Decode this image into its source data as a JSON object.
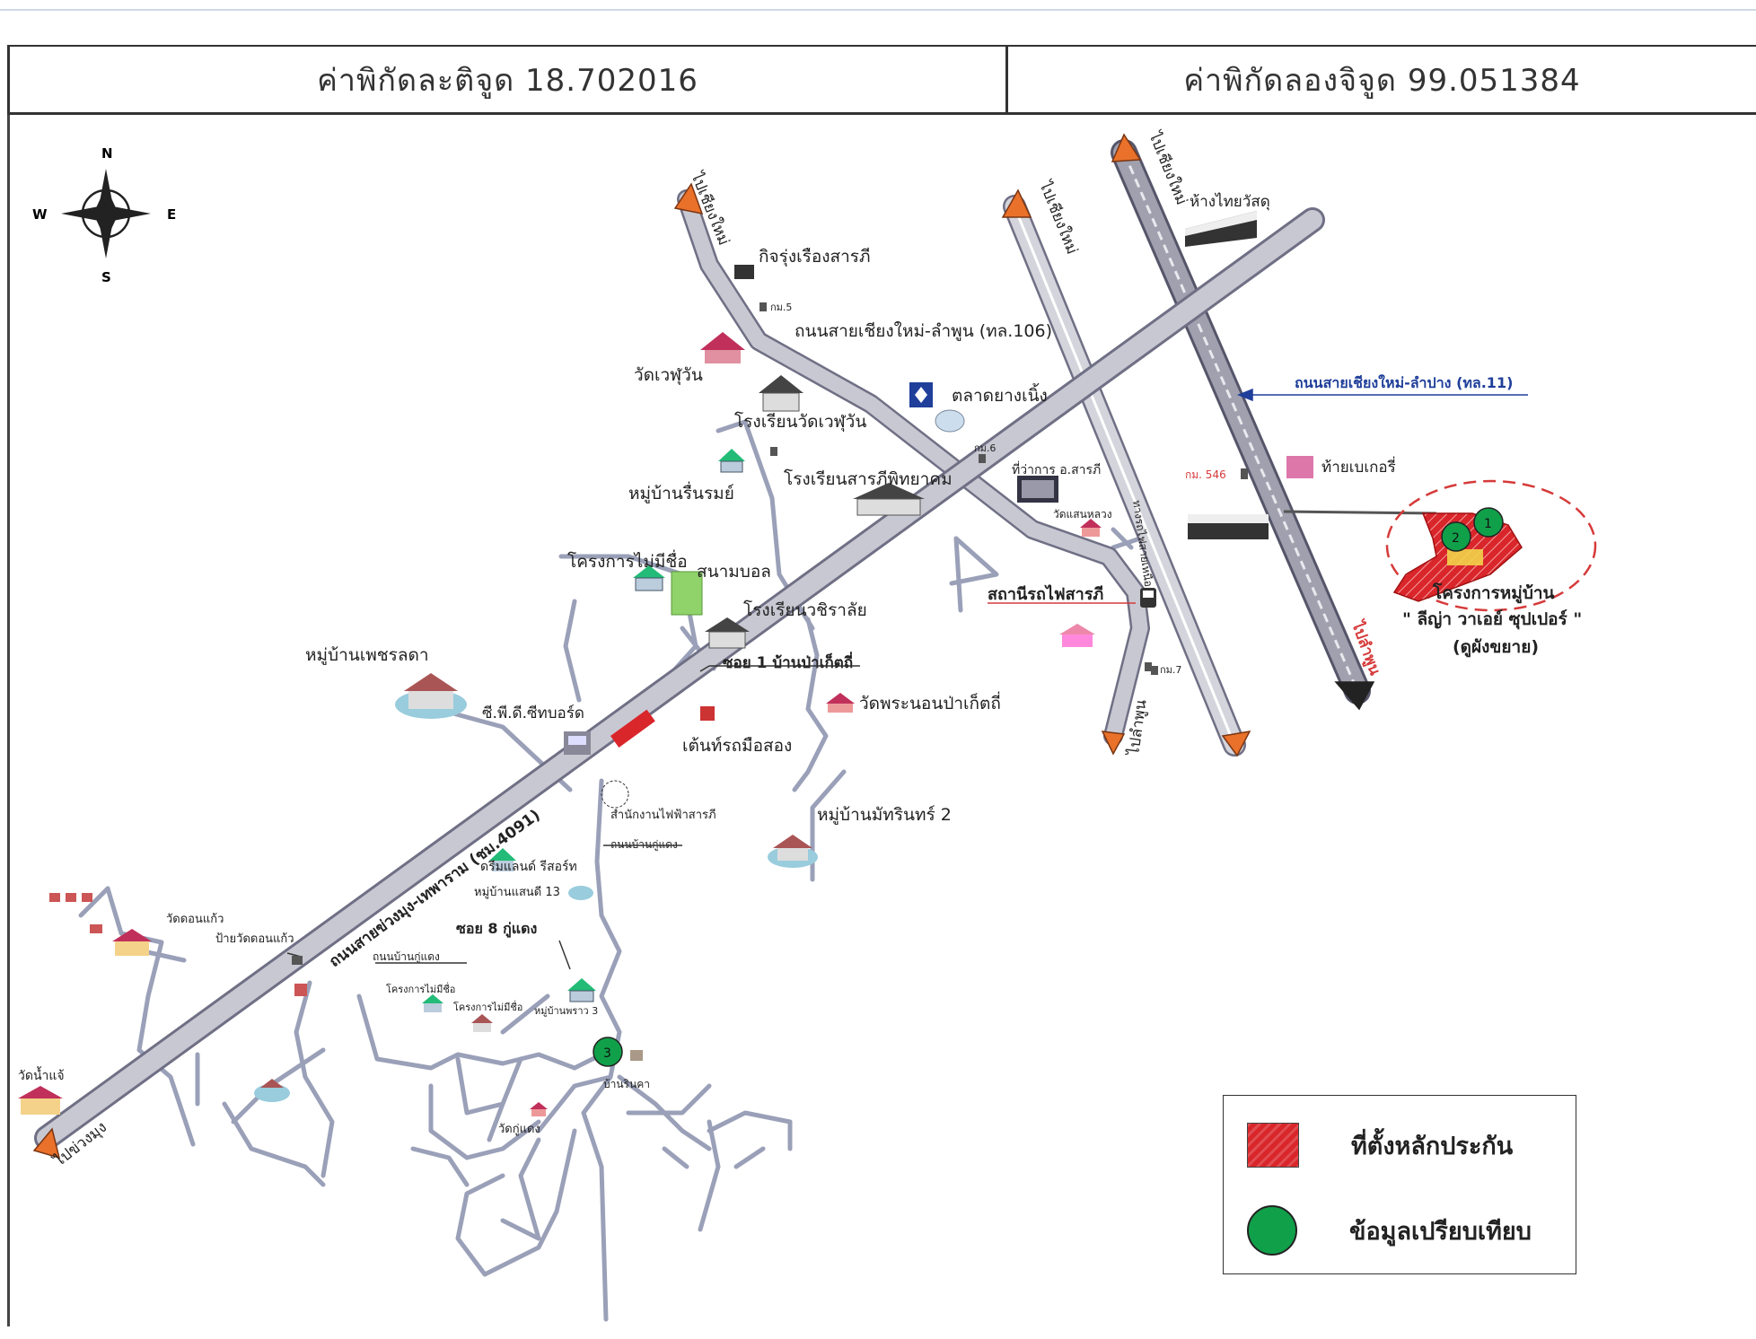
{
  "header": {
    "latitude": "ค่าพิกัดละติจูด 18.702016",
    "longitude": "ค่าพิกัดลองจิจูด 99.051384"
  },
  "compass": {
    "n": "N",
    "s": "S",
    "e": "E",
    "w": "W"
  },
  "roads": {
    "main_road": "ถนนสายข่วงมุง-เทพาราม (ชม.4091)",
    "road_106": "ถนนสายเชียงใหม่-ลำพูน (ทล.106)",
    "road_11": "ถนนสายเชียงใหม่-ลำปาง (ทล.11)",
    "to_chiangmai_1": "ไปเชียงใหม่",
    "to_chiangmai_2": "ไปเชียงใหม่",
    "to_chiangmai_3": "ไปเชียงใหม่",
    "to_khuangmung": "ไปข่วงมุง",
    "to_lamphun": "ไปลำพูน",
    "to_lamphun_2": "ไปลำพูน",
    "soi_1": "ซอย 1 บ้านป่าเก็ตถี่",
    "soi_8": "ซอย 8 กู่แดง",
    "road_bankudaeng": "ถนนบ้านกู่แดง",
    "road_kudaeng": "ถนนบ้านกู่แดง",
    "rail": "ทางรถไฟสายเหนือ"
  },
  "places": {
    "kitrung": "กิจรุ่งเรืองสารภี",
    "km5": "กม.5",
    "km6": "กม.6",
    "km7": "กม.7",
    "km546": "กม. 546",
    "wat_wehuwan": "วัดเวฬุวัน",
    "school_wehuwan": "โรงเรียนวัดเวฬุวัน",
    "market": "ตลาดยางเนิ้ง",
    "district_office": "ที่ว่าการ อ.สารภี",
    "school_saraphi": "โรงเรียนสารภีพิทยาคม",
    "village_rinrom": "หมู่บ้านรื่นรมย์",
    "wat_sanluang": "วัดแสนหลวง",
    "thai_watsadu": "ห้างไทยวัสดุ",
    "bakery": "ท้ายเบเกอรี่",
    "project_maimeechue": "โครงการไม่มีชื่อ",
    "football": "สนามบอล",
    "school_wachira": "โรงเรียนวชิราลัย",
    "train_station": "สถานีรถไฟสารภี",
    "village_petcharada": "หมู่บ้านเพชรลดา",
    "cpd": "ซี.พี.ดี.ซีทบอร์ด",
    "used_car": "เต้นท์รถมือสอง",
    "wat_phranon": "วัดพระนอนป่าเก็ตถี่",
    "pea": "สำนักงานไฟฟ้าสารภี",
    "village_mathirin": "หมู่บ้านมัทรินทร์ 2",
    "dreamland": "ดรีมแลนด์ รีสอร์ท",
    "village_saensuk": "หมู่บ้านแสนดี 13",
    "wat_donkaew": "วัดดอนแก้ว",
    "sign_donkaew": "ป้ายวัดดอนแก้ว",
    "wat_namchae": "วัดน้ำแจ้",
    "project_a": "โครงการไม่มีชื่อ",
    "project_b": "โครงการไม่มีชื่อ",
    "village_3": "หมู่บ้านพราว 3",
    "ban_rinkha": "บ้านรินคา",
    "wat_kudaeng": "วัดกู่แดง"
  },
  "subject": {
    "line1": "โครงการหมู่บ้าน",
    "line2": "\" ลีญ่า วาเอย์ ซุปเปอร์ \"",
    "line3": "(ดูผังขยาย)",
    "marker_label": "2",
    "marker_label2": "1",
    "marker_label3": "3"
  },
  "legend": {
    "collateral": "ที่ตั้งหลักประกัน",
    "comparison": "ข้อมูลเปรียบเทียบ"
  },
  "colors": {
    "road_fill": "#c8c8d2",
    "road_edge": "#6f6f85",
    "thin_road": "#9aa0b8",
    "arrow_orange": "#e9712a",
    "collateral_red": "#d9262b",
    "comparison_green": "#11a04a",
    "annotation_red": "#d63a3a",
    "annotation_blue": "#1f3f9a"
  }
}
